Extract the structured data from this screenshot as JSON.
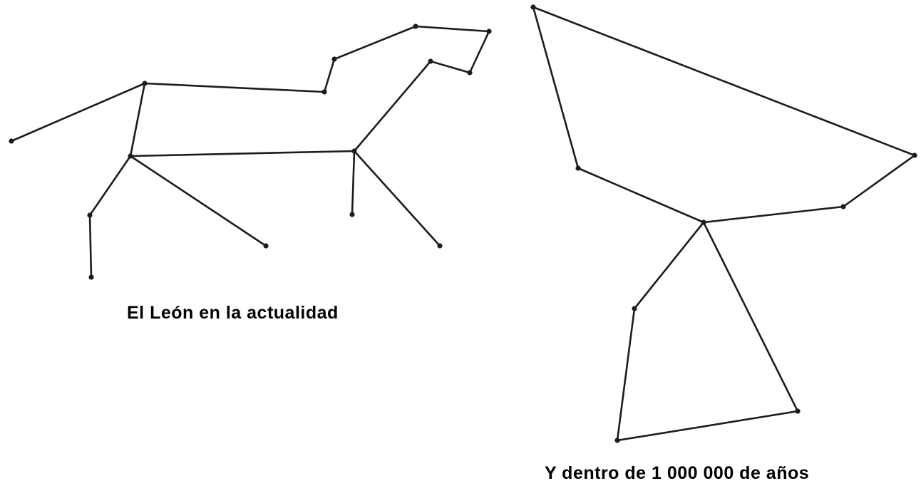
{
  "colors": {
    "ink": "#1c1c1c",
    "background": "#ffffff"
  },
  "constellations": [
    {
      "id": "leo-today",
      "caption": "El León en la actualidad"
    },
    {
      "id": "leo-future",
      "caption": "Y dentro de 1 000 000 de años"
    }
  ]
}
